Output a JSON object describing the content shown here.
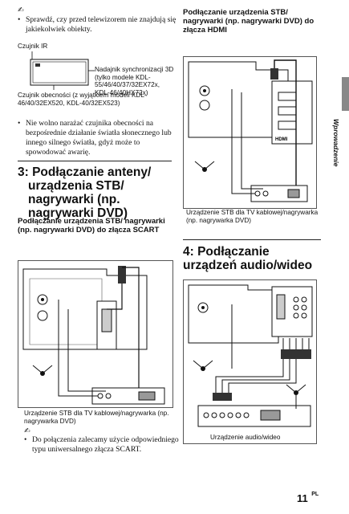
{
  "left": {
    "note1": "Sprawdź, czy przed telewizorem nie znajdują się jakiekolwiek obiekty.",
    "sensor": {
      "ir_label": "Czujnik IR",
      "sync_label": "Nadajnik synchronizacji 3D (tylko modele KDL-55/46/40/37/32EX72x, KDL-46/40HX72x)",
      "presence_label": "Czujnik obecności (z wyjątkiem modeli KDL-46/40/32EX520, KDL-40/32EX523)"
    },
    "note2": "Nie wolno narażać czujnika obecności na bezpośrednie działanie światła słonecznego lub innego silnego światła, gdyż może to spowodować awarię.",
    "section3_title": "3: Podłączanie anteny/ urządzenia STB/ nagrywarki (np. nagrywarki DVD)",
    "scart_subtitle": "Podłączanie urządzenia STB/ nagrywarki (np. nagrywarki DVD) do złącza SCART",
    "scart_caption": "Urządzenie STB dla TV kablowej/nagrywarka (np. nagrywarka DVD)",
    "tip": "Do połączenia zalecamy użycie odpowiedniego typu uniwersalnego złącza SCART."
  },
  "right": {
    "hdmi_subtitle": "Podłączanie urządzenia STB/ nagrywarki (np. nagrywarki DVD) do złącza HDMI",
    "hdmi_caption": "Urządzenie STB dla TV kablowej/nagrywarka (np. nagrywarka DVD)",
    "section4_title": "4: Podłączanie urządzeń audio/wideo",
    "av_caption": "Urządzenie audio/wideo",
    "side_tab": "Wprowadzenie",
    "page_number": "11",
    "page_lang": "PL",
    "hdmi_logo": "HDMI"
  },
  "glyphs": {
    "note_icon": "✍",
    "bullet": "•"
  }
}
